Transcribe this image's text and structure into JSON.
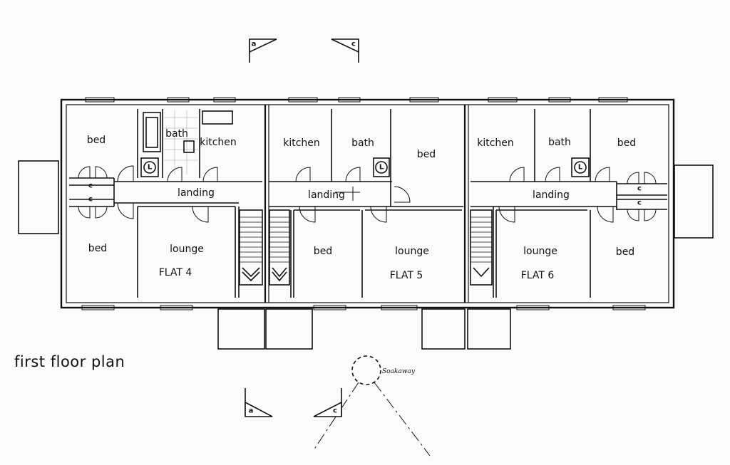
{
  "title": "first floor plan",
  "soakaway_label": "Soakaway",
  "section_marks": {
    "a": "a",
    "c": "c"
  },
  "flats": [
    {
      "name": "FLAT 4",
      "rooms": {
        "bed_top": "bed",
        "bath": "bath",
        "kitchen": "kitchen",
        "landing": "landing",
        "bed_bottom": "bed",
        "lounge": "lounge"
      },
      "cupboard": "c"
    },
    {
      "name": "FLAT 5",
      "rooms": {
        "kitchen": "kitchen",
        "bath": "bath",
        "bed_top": "bed",
        "landing": "landing",
        "bed_bottom": "bed",
        "lounge": "lounge"
      }
    },
    {
      "name": "FLAT 6",
      "rooms": {
        "kitchen": "kitchen",
        "bath": "bath",
        "bed_top": "bed",
        "landing": "landing",
        "lounge": "lounge",
        "bed_bottom": "bed"
      },
      "cupboard": "c"
    }
  ],
  "wc_symbol": "L"
}
